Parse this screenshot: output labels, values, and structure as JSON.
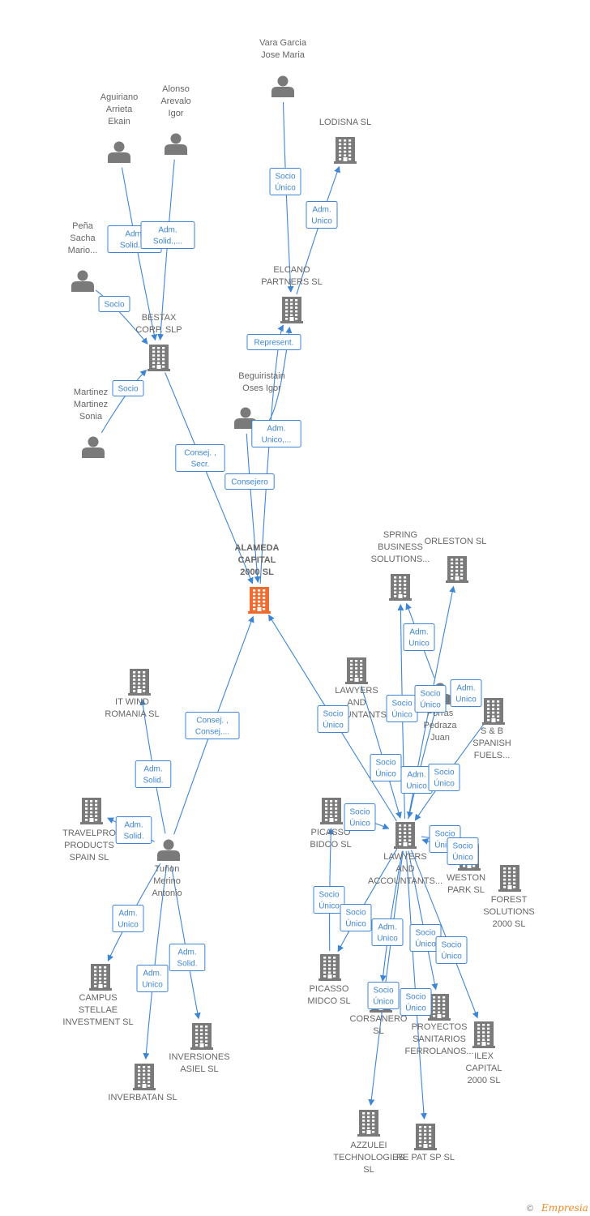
{
  "colors": {
    "edge": "#3d86d6",
    "node_icon": "#7a7a7a",
    "main_icon": "#f26b2e",
    "label": "#666666"
  },
  "nodes": [
    {
      "id": "vara",
      "type": "person",
      "label": [
        "Vara Garcia",
        "Jose Maria"
      ]
    },
    {
      "id": "lodisna",
      "type": "company",
      "label": [
        "LODISNA SL"
      ]
    },
    {
      "id": "aguiriano",
      "type": "person",
      "label": [
        "Aguiriano",
        "Arrieta",
        "Ekain"
      ]
    },
    {
      "id": "alonso",
      "type": "person",
      "label": [
        "Alonso",
        "Arevalo",
        "Igor"
      ]
    },
    {
      "id": "pena",
      "type": "person",
      "label": [
        "Peña",
        "Sacha",
        "Mario..."
      ]
    },
    {
      "id": "elcano",
      "type": "company",
      "label": [
        "ELCANO",
        "PARTNERS  SL"
      ]
    },
    {
      "id": "bestax",
      "type": "company",
      "label": [
        "BESTAX",
        "CORP.  SLP"
      ]
    },
    {
      "id": "beguiristain",
      "type": "person",
      "label": [
        "Beguiristain",
        "Oses Igor"
      ]
    },
    {
      "id": "martinez",
      "type": "person",
      "label": [
        "Martinez",
        "Martinez",
        "Sonia"
      ]
    },
    {
      "id": "alameda",
      "type": "main",
      "label": [
        "ALAMEDA",
        "CAPITAL",
        "2000  SL"
      ]
    },
    {
      "id": "spring",
      "type": "company",
      "label": [
        "SPRING",
        "BUSINESS",
        "SOLUTIONS..."
      ]
    },
    {
      "id": "orleston",
      "type": "company",
      "label": [
        "ORLESTON  SL"
      ]
    },
    {
      "id": "itwind",
      "type": "company",
      "label": [
        "IT WIND",
        "ROMANIA SL"
      ]
    },
    {
      "id": "lawyers1",
      "type": "company",
      "label": [
        "LAWYERS",
        "AND",
        "ACCOUNTANTS..."
      ]
    },
    {
      "id": "porras",
      "type": "person",
      "label": [
        "Porras",
        "Pedraza",
        "Juan"
      ]
    },
    {
      "id": "sb",
      "type": "company",
      "label": [
        "S & B",
        "SPANISH",
        "FUELS..."
      ]
    },
    {
      "id": "travelpro",
      "type": "company",
      "label": [
        "TRAVELPRO",
        "PRODUCTS",
        "SPAIN  SL"
      ]
    },
    {
      "id": "picassobidco",
      "type": "company",
      "label": [
        "PICASSO",
        "BIDCO  SL"
      ]
    },
    {
      "id": "lawyers2",
      "type": "company",
      "label": [
        "LAWYERS",
        "AND",
        "ACCOUNTANTS..."
      ]
    },
    {
      "id": "tunon",
      "type": "person",
      "label": [
        "Tuñon",
        "Merino",
        "Antonio"
      ]
    },
    {
      "id": "weston",
      "type": "company",
      "label": [
        "WESTON",
        "PARK  SL"
      ]
    },
    {
      "id": "forest",
      "type": "company",
      "label": [
        "FOREST",
        "SOLUTIONS",
        "2000  SL"
      ]
    },
    {
      "id": "campus",
      "type": "company",
      "label": [
        "CAMPUS",
        "STELLAE",
        "INVESTMENT SL"
      ]
    },
    {
      "id": "picassomidco",
      "type": "company",
      "label": [
        "PICASSO",
        "MIDCO  SL"
      ]
    },
    {
      "id": "corsanero",
      "type": "company",
      "label": [
        "CORSANERO",
        "SL"
      ]
    },
    {
      "id": "proyectos",
      "type": "company",
      "label": [
        "PROYECTOS",
        "SANITARIOS",
        "FERROLANOS..."
      ]
    },
    {
      "id": "ilex",
      "type": "company",
      "label": [
        "ILEX",
        "CAPITAL",
        "2000  SL"
      ]
    },
    {
      "id": "inversiones",
      "type": "company",
      "label": [
        "INVERSIONES",
        "ASIEL  SL"
      ]
    },
    {
      "id": "inverbatan",
      "type": "company",
      "label": [
        "INVERBATAN SL"
      ]
    },
    {
      "id": "azzulei",
      "type": "company",
      "label": [
        "AZZULEI",
        "TECHNOLOGIES",
        "SL"
      ]
    },
    {
      "id": "repat",
      "type": "company",
      "label": [
        "RE PAT SP  SL"
      ]
    }
  ],
  "edges": [
    {
      "from": "vara",
      "to": "elcano",
      "label": [
        "Socio",
        "Único"
      ]
    },
    {
      "from": "elcano",
      "to": "lodisna",
      "label": [
        "Adm.",
        "Unico"
      ]
    },
    {
      "from": "aguiriano",
      "to": "bestax",
      "label": [
        "Adm.",
        "Solid.,..."
      ]
    },
    {
      "from": "alonso",
      "to": "bestax",
      "label": [
        "Adm.",
        "Solid.,..."
      ]
    },
    {
      "from": "pena",
      "to": "bestax",
      "label": [
        "Socio"
      ]
    },
    {
      "from": "martinez",
      "to": "bestax",
      "label": [
        "Socio"
      ]
    },
    {
      "from": "alameda",
      "to": "elcano",
      "label": [
        "Represent."
      ]
    },
    {
      "from": "beguiristain",
      "to": "elcano",
      "label": [
        "Adm.",
        "Unico,..."
      ]
    },
    {
      "from": "bestax",
      "to": "alameda",
      "label": [
        "Consej. ,",
        "Secr."
      ]
    },
    {
      "from": "beguiristain",
      "to": "alameda",
      "label": [
        "Consejero"
      ]
    },
    {
      "from": "tunon",
      "to": "alameda",
      "label": [
        "Consej. ,",
        "Consej...."
      ]
    },
    {
      "from": "lawyers2",
      "to": "alameda",
      "label": [
        "Socio",
        "Único"
      ]
    },
    {
      "from": "tunon",
      "to": "itwind",
      "label": [
        "Adm.",
        "Solid."
      ]
    },
    {
      "from": "tunon",
      "to": "travelpro",
      "label": [
        "Adm.",
        "Solid."
      ]
    },
    {
      "from": "tunon",
      "to": "campus",
      "label": [
        "Adm.",
        "Unico"
      ]
    },
    {
      "from": "tunon",
      "to": "inverbatan",
      "label": [
        "Adm.",
        "Unico"
      ]
    },
    {
      "from": "tunon",
      "to": "inversiones",
      "label": [
        "Adm.",
        "Solid."
      ]
    },
    {
      "from": "porras",
      "to": "spring",
      "label": [
        "Adm.",
        "Unico"
      ]
    },
    {
      "from": "lawyers2",
      "to": "spring",
      "label": [
        "Socio",
        "Único"
      ]
    },
    {
      "from": "lawyers2",
      "to": "orleston",
      "label": [
        "Socio",
        "Único"
      ]
    },
    {
      "from": "porras",
      "to": "sb",
      "label": [
        "Adm.",
        "Unico"
      ]
    },
    {
      "from": "lawyers1",
      "to": "lawyers2",
      "label": [
        "Socio",
        "Único"
      ]
    },
    {
      "from": "porras",
      "to": "lawyers2",
      "label": [
        "Adm.",
        "Unico"
      ]
    },
    {
      "from": "sb",
      "to": "lawyers2",
      "label": [
        "Socio",
        "Único"
      ]
    },
    {
      "from": "picassobidco",
      "to": "lawyers2",
      "label": [
        "Socio",
        "Único"
      ]
    },
    {
      "from": "lawyers2",
      "to": "weston",
      "label": [
        "Socio",
        "Único"
      ]
    },
    {
      "from": "weston",
      "to": "lawyers2",
      "label": [
        "Socio",
        "Único"
      ]
    },
    {
      "from": "picassomidco",
      "to": "picassobidco",
      "label": [
        "Socio",
        "Único"
      ]
    },
    {
      "from": "lawyers2",
      "to": "picassomidco",
      "label": [
        "Socio",
        "Único"
      ]
    },
    {
      "from": "lawyers2",
      "to": "corsanero",
      "label": [
        "Adm.",
        "Unico"
      ]
    },
    {
      "from": "lawyers2",
      "to": "proyectos",
      "label": [
        "Socio",
        "Único"
      ]
    },
    {
      "from": "lawyers2",
      "to": "ilex",
      "label": [
        "Socio",
        "Único"
      ]
    },
    {
      "from": "lawyers2",
      "to": "azzulei",
      "label": [
        "Socio",
        "Único"
      ]
    },
    {
      "from": "lawyers2",
      "to": "repat",
      "label": [
        "Socio",
        "Único"
      ]
    }
  ],
  "footer": {
    "copyright": "©",
    "brand": "Empresia"
  }
}
